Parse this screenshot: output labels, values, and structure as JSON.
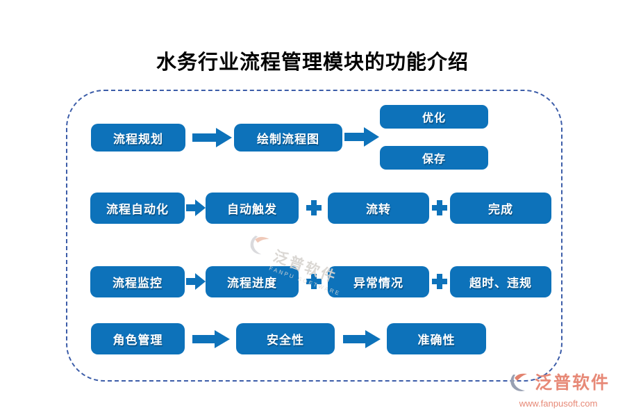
{
  "title": "水务行业流程管理模块的功能介绍",
  "flow": {
    "row1": {
      "step1": "流程规划",
      "step2": "绘制流程图",
      "out_top": "优化",
      "out_bottom": "保存"
    },
    "row2": {
      "step1": "流程自动化",
      "step2": "自动触发",
      "step3": "流转",
      "step4": "完成"
    },
    "row3": {
      "step1": "流程监控",
      "step2": "流程进度",
      "step3": "异常情况",
      "step4": "超时、违规"
    },
    "row4": {
      "step1": "角色管理",
      "step2": "安全性",
      "step3": "准确性"
    }
  },
  "watermark": {
    "brand": "泛普软件",
    "brand_en": "FANPU SOFTWARE"
  },
  "footer": {
    "brand": "泛普软件",
    "website": "www.fanpusoft.com"
  },
  "colors": {
    "box_blue": "#0d72ba",
    "border_blue": "#3b5ca8",
    "brand_coral": "#e78977"
  }
}
